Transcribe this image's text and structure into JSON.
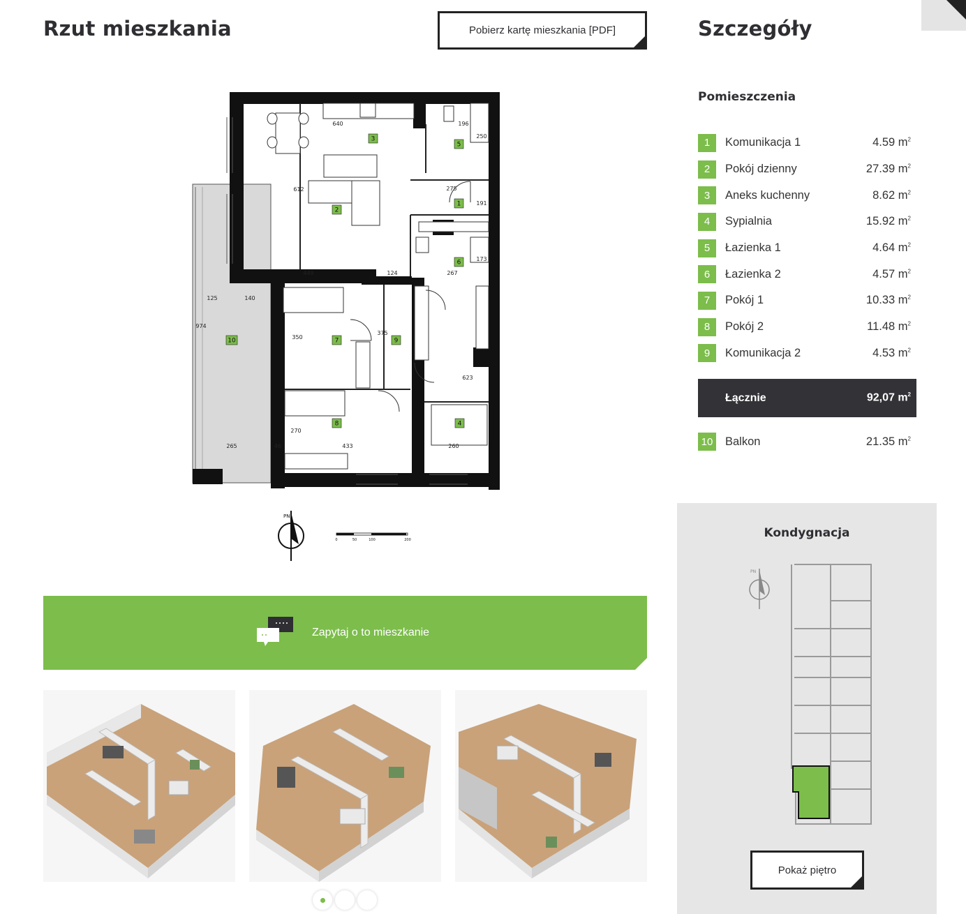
{
  "plan": {
    "title": "Rzut mieszkania",
    "pdf_button": "Pobierz kartę mieszkania [PDF]",
    "dimensions": [
      "640",
      "196",
      "250",
      "612",
      "275",
      "191",
      "449",
      "124",
      "267",
      "173",
      "125",
      "140",
      "974",
      "350",
      "375",
      "623",
      "270",
      "265",
      "46",
      "433",
      "260"
    ],
    "room_tags": [
      "1",
      "2",
      "3",
      "4",
      "5",
      "6",
      "7",
      "8",
      "9",
      "10"
    ],
    "north_label": "PN",
    "scale_labels": [
      "0",
      "50",
      "100",
      "200"
    ]
  },
  "ask": {
    "label": "Zapytaj o to mieszkanie"
  },
  "gallery": {
    "images": [
      "thumb-1",
      "thumb-2",
      "thumb-3"
    ],
    "active_index": 0
  },
  "details": {
    "title": "Szczegóły",
    "rooms_title": "Pomieszczenia",
    "rooms": [
      {
        "no": "1",
        "name": "Komunikacja 1",
        "area": "4.59 m"
      },
      {
        "no": "2",
        "name": "Pokój dzienny",
        "area": "27.39 m"
      },
      {
        "no": "3",
        "name": "Aneks kuchenny",
        "area": "8.62 m"
      },
      {
        "no": "4",
        "name": "Sypialnia",
        "area": "15.92 m"
      },
      {
        "no": "5",
        "name": "Łazienka 1",
        "area": "4.64 m"
      },
      {
        "no": "6",
        "name": "Łazienka 2",
        "area": "4.57 m"
      },
      {
        "no": "7",
        "name": "Pokój 1",
        "area": "10.33 m"
      },
      {
        "no": "8",
        "name": "Pokój 2",
        "area": "11.48 m"
      },
      {
        "no": "9",
        "name": "Komunikacja 2",
        "area": "4.53 m"
      }
    ],
    "area_unit_sup": "2",
    "total": {
      "label": "Łącznie",
      "area": "92,07 m"
    },
    "balcony": {
      "no": "10",
      "name": "Balkon",
      "area": "21.35 m"
    }
  },
  "level": {
    "title": "Kondygnacja",
    "north_label": "PN",
    "button": "Pokaż piętro"
  },
  "colors": {
    "accent": "#7cbd4b",
    "dark": "#323237",
    "panel": "#e6e6e6"
  }
}
